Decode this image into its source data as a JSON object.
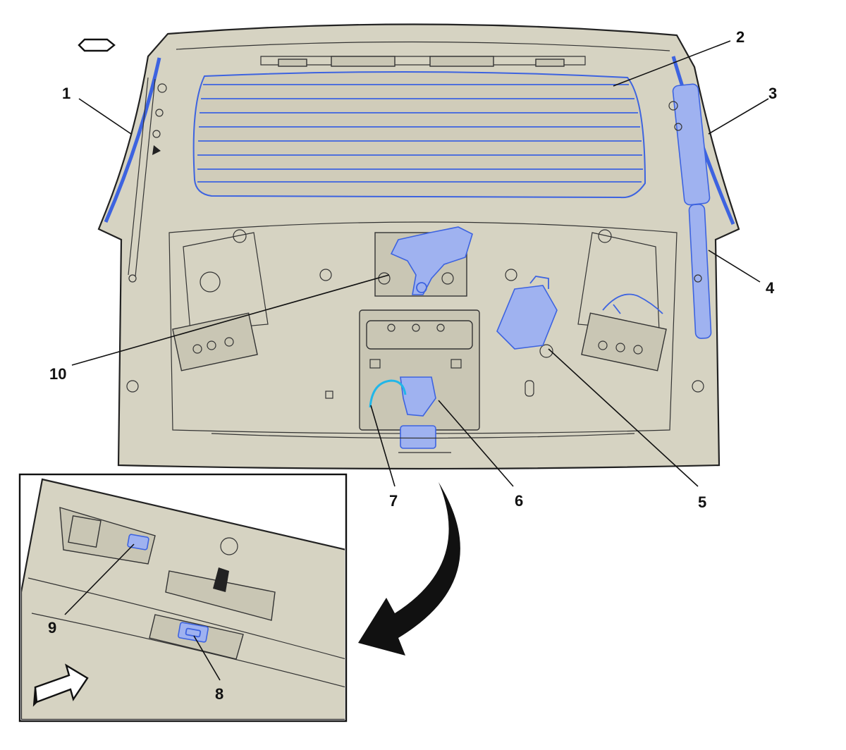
{
  "callouts": [
    {
      "id": "1",
      "label": "1"
    },
    {
      "id": "2",
      "label": "2"
    },
    {
      "id": "3",
      "label": "3"
    },
    {
      "id": "4",
      "label": "4"
    },
    {
      "id": "5",
      "label": "5"
    },
    {
      "id": "6",
      "label": "6"
    },
    {
      "id": "7",
      "label": "7"
    },
    {
      "id": "8",
      "label": "8"
    },
    {
      "id": "9",
      "label": "9"
    },
    {
      "id": "10",
      "label": "10"
    }
  ],
  "colors": {
    "panel": "#d6d3c2",
    "highlight": "#3d63e0",
    "highlight_fill": "#9fb2f0",
    "cyan_part": "#21b6e8",
    "line": "#222222"
  }
}
